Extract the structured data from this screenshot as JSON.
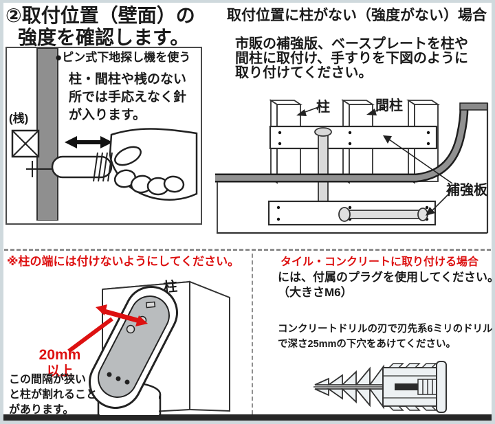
{
  "page": {
    "title_line1": "②取付位置（壁面）の",
    "title_line2": "強度を確認します。"
  },
  "stud_finder_box": {
    "bullet": "●ピン式下地探し機を使う",
    "body_lines": [
      "柱・間柱や桟のない",
      "所では手応えなく針",
      "が入ります。"
    ],
    "crosspiece_label": "(桟)"
  },
  "no_pillar_section": {
    "heading": "取付位置に柱がない（強度がない）場合",
    "body_lines": [
      "市販の補強版、ベースプレートを柱や",
      "間柱に取付け、手すりを下図のように",
      "取り付けてください。"
    ],
    "diagram_labels": {
      "pillar": "柱",
      "stud": "間柱",
      "reinforcement_plate": "補強板"
    }
  },
  "edge_warning_section": {
    "heading": "※柱の端には付けないようにしてください。",
    "pillar_label": "柱",
    "dimension_line1": "20mm",
    "dimension_line2": "以上",
    "note_lines": [
      "この間隔が狭い",
      "と柱が割れること",
      "があります。"
    ]
  },
  "tile_concrete_section": {
    "heading": "タイル・コンクリートに取り付ける場合",
    "body_line1": "には、付属のプラグを使用してください。",
    "body_line2": "（大きさM6）",
    "drill_lines": [
      "コンクリートドリルの刃で刃先系6ミリのドリル",
      "で深さ25mmの下穴をあけてください。"
    ]
  },
  "colors": {
    "accent_red": "#dd1111",
    "pillar_gray": "#8f8f8f",
    "rail_gray": "#919191",
    "frame_gray": "#cfd9dd",
    "footer_bar": "#262626"
  }
}
